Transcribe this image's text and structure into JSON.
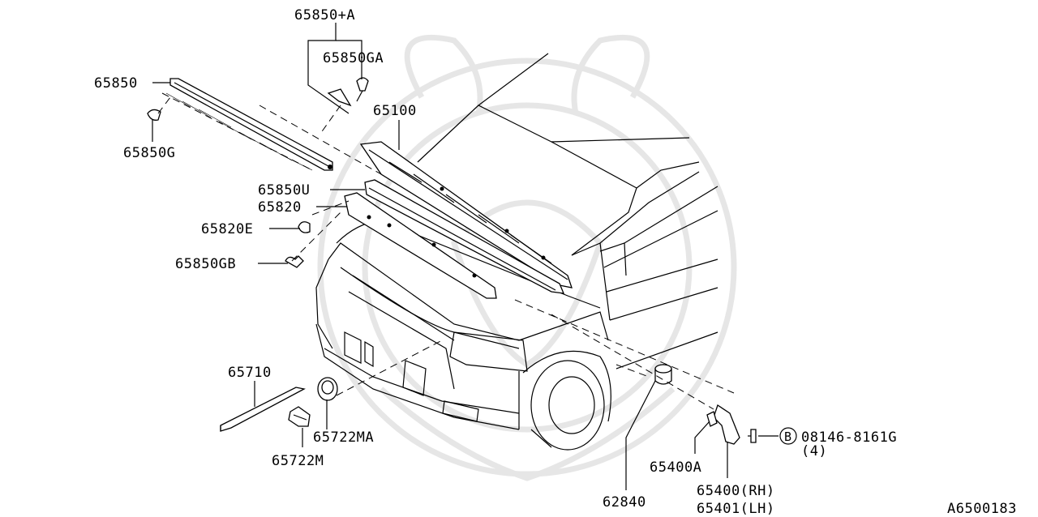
{
  "diagram_id": "A6500183",
  "callouts": {
    "p65850_a": "65850+A",
    "p65850ga": "65850GA",
    "p65850": "65850",
    "p65850g": "65850G",
    "p65100": "65100",
    "p65850u": "65850U",
    "p65820": "65820",
    "p65820e": "65820E",
    "p65850gb": "65850GB",
    "p65710": "65710",
    "p65722ma": "65722MA",
    "p65722m": "65722M",
    "p62840": "62840",
    "p65400a": "65400A",
    "p65400": "65400(RH)",
    "p65401": "65401(LH)",
    "bolt_marker": "B",
    "bolt_code": "08146-8161G",
    "bolt_qty": "(4)"
  }
}
